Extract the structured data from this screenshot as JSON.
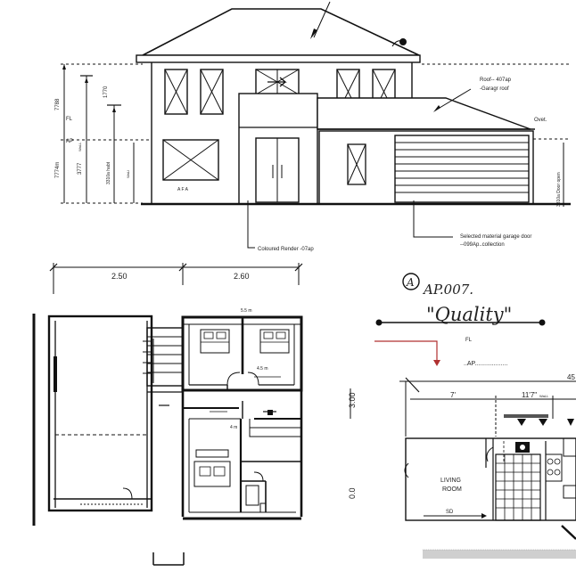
{
  "elevation": {
    "dims": {
      "height_total": "7788",
      "first_level": "FL",
      "height_first": "1770",
      "height_mid": "3777",
      "mid_unit": "WaLL",
      "height_ground": "7774m",
      "ap_mark": "AP",
      "height_sill": "3310a habt",
      "sill_unit": "WaLl",
      "door_open": "3310a Door open"
    },
    "window_mark": "A  F  A",
    "callouts": {
      "roof_line1": "Roof-- 407ap",
      "roof_line2": "-Garagr roof",
      "overhang": "Ovet.",
      "render": "Coloured Render -07ap",
      "garage_line1": "Selected material garage door",
      "garage_line2": "--099Ap..collection"
    }
  },
  "plan": {
    "dim_left": "2.50",
    "dim_right": "2.60",
    "room_width": "5.5 m",
    "room_depth": "4.5 m",
    "hall_width": "4 m",
    "right_dim": "3.00",
    "lower_dim": "0.0"
  },
  "notes": {
    "tag": "A",
    "line1": "AP.007.",
    "line2": "\"Quality\"",
    "fl": "FL",
    "ap": "..AP..................."
  },
  "detail": {
    "dim1": "7'",
    "dim2": "11'7\"",
    "dim2_sub": "WaLL",
    "dim3": "45",
    "room_line1": "LIVING",
    "room_line2": "ROOM",
    "door": "SD"
  },
  "colors": {
    "ink": "#111111",
    "accent_red": "#b03030",
    "tile": "#555555"
  }
}
